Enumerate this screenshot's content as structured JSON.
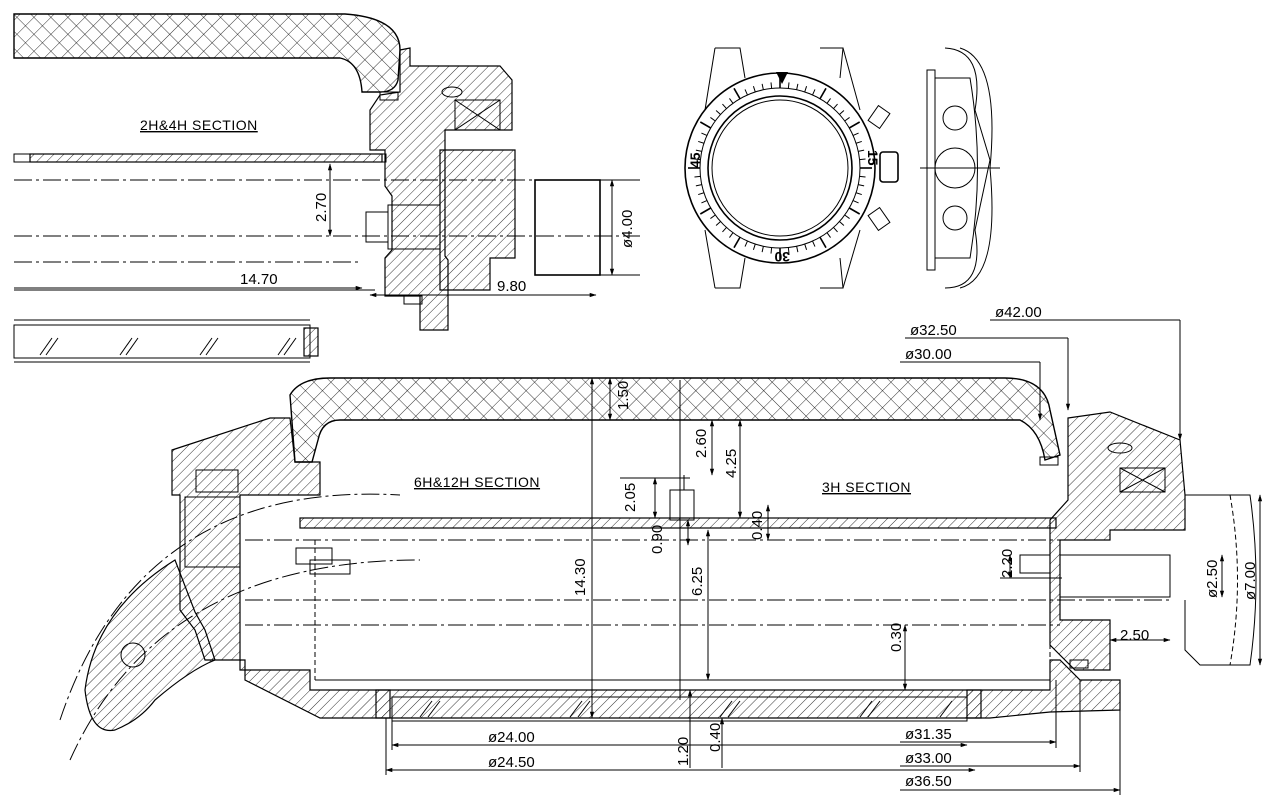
{
  "sections": {
    "s2h4h": "2H&4H SECTION",
    "s6h12h": "6H&12H SECTION",
    "s3h": "3H SECTION"
  },
  "bezel_numbers": {
    "n45": "45",
    "n15": "15",
    "n30": "30"
  },
  "dims_top": {
    "d270": "2.70",
    "d1470": "14.70",
    "d980": "9.80",
    "d400": "ø4.00"
  },
  "dims_right": {
    "d4200": "ø42.00",
    "d3250": "ø32.50",
    "d3000": "ø30.00",
    "d700": "ø7.00",
    "d250d": "ø2.50",
    "d250": "2.50",
    "d220": "2.20"
  },
  "dims_center": {
    "d150": "1.50",
    "d260": "2.60",
    "d425": "4.25",
    "d205": "2.05",
    "d090": "0.90",
    "d040a": "0.40",
    "d1430": "14.30",
    "d625": "6.25",
    "d030": "0.30",
    "d120": "1.20",
    "d040b": "0.40"
  },
  "dims_bottom": {
    "d2400": "ø24.00",
    "d2450": "ø24.50",
    "d3135": "ø31.35",
    "d3300": "ø33.00",
    "d3650": "ø36.50"
  }
}
